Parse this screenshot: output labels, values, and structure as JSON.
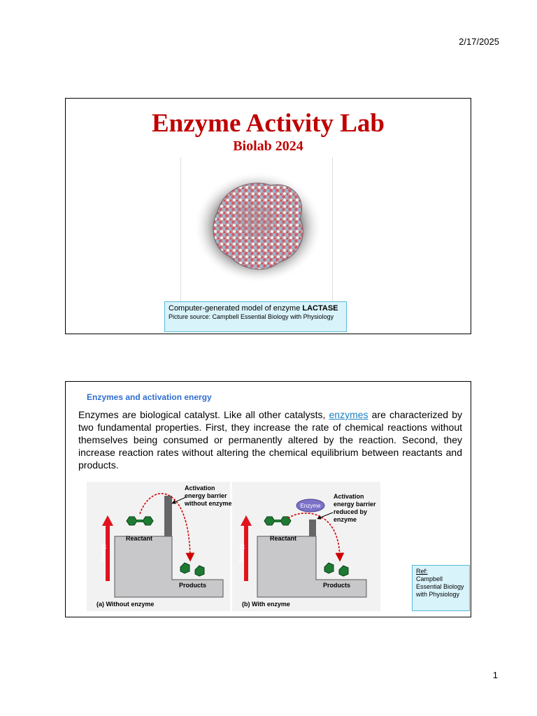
{
  "header": {
    "date": "2/17/2025"
  },
  "footer": {
    "page_number": "1"
  },
  "slide1": {
    "title": "Enzyme Activity Lab",
    "subtitle": "Biolab 2024",
    "caption": {
      "text_prefix": "Computer-generated model of enzyme ",
      "text_bold": "LACTASE",
      "source": "Picture source: Campbell Essential Biology with Physiology"
    }
  },
  "slide2": {
    "heading": "Enzymes and activation energy",
    "body_before_link": "Enzymes are biological catalyst. Like all other catalysts, ",
    "body_link": "enzymes",
    "body_after_link": " are characterized by two fundamental properties. First, they increase the rate of chemical reactions without themselves being consumed or permanently altered by the reaction. Second, they increase reaction rates without altering the chemical equilibrium between reactants and products.",
    "diagram": {
      "panel_a": {
        "annotation_lines": [
          "Activation",
          "energy barrier",
          "without enzyme"
        ],
        "axis_label": "Energy",
        "reactant_label": "Reactant",
        "products_label": "Products",
        "caption": "(a) Without enzyme"
      },
      "panel_b": {
        "enzyme_label": "Enzyme",
        "annotation_lines": [
          "Activation",
          "energy barrier",
          "reduced by",
          "enzyme"
        ],
        "axis_label": "Energy",
        "reactant_label": "Reactant",
        "products_label": "Products",
        "caption": "(b) With enzyme"
      }
    },
    "ref": {
      "label": "Ref:",
      "text": "Campbell Essential Biology with Physiology"
    }
  }
}
